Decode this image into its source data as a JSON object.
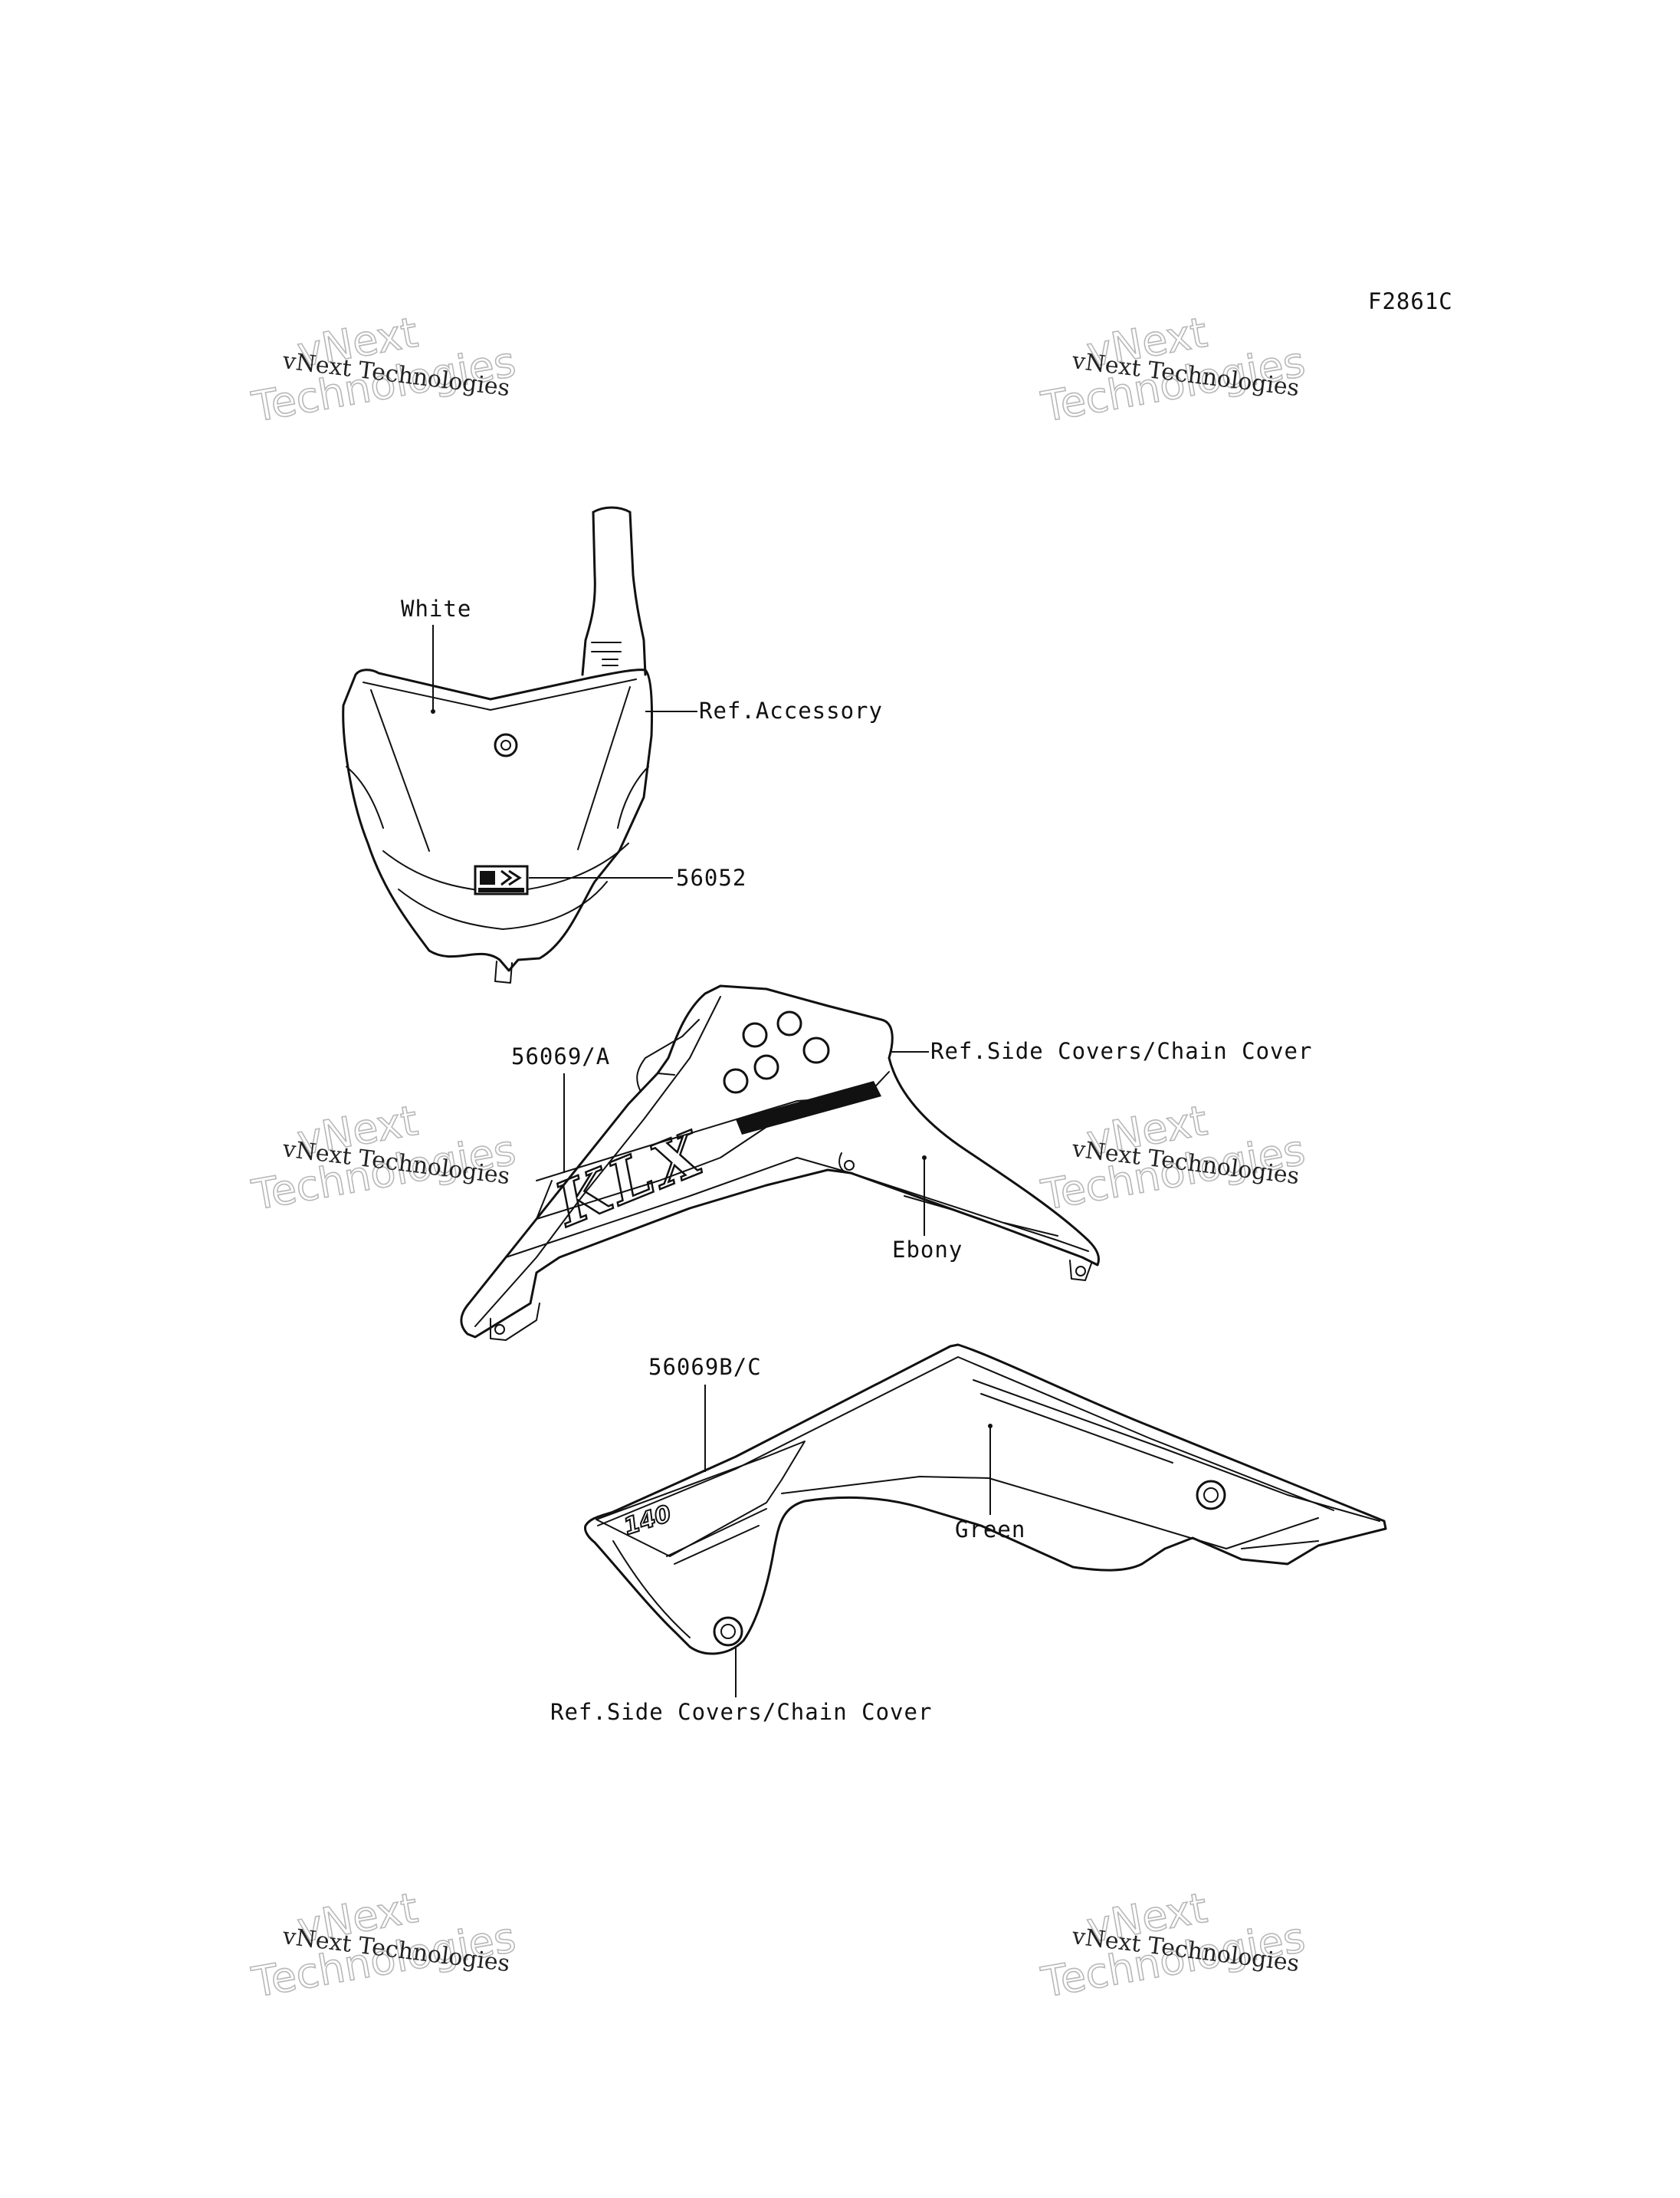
{
  "figure": {
    "code": "F2861C"
  },
  "watermark": {
    "line_small": "vNext Technologies",
    "line_big_1": "vNext",
    "line_big_2": "Technologies"
  },
  "labels": {
    "white": "White",
    "ref_accessory": "Ref.Accessory",
    "part_56052": "56052",
    "part_56069a": "56069/A",
    "ref_side_covers_top": "Ref.Side Covers/Chain Cover",
    "ebony": "Ebony",
    "part_56069bc": "56069B/C",
    "green": "Green",
    "ref_side_covers_bottom": "Ref.Side Covers/Chain Cover"
  },
  "decals": {
    "klx_text": "KLX",
    "model_text": "140"
  }
}
